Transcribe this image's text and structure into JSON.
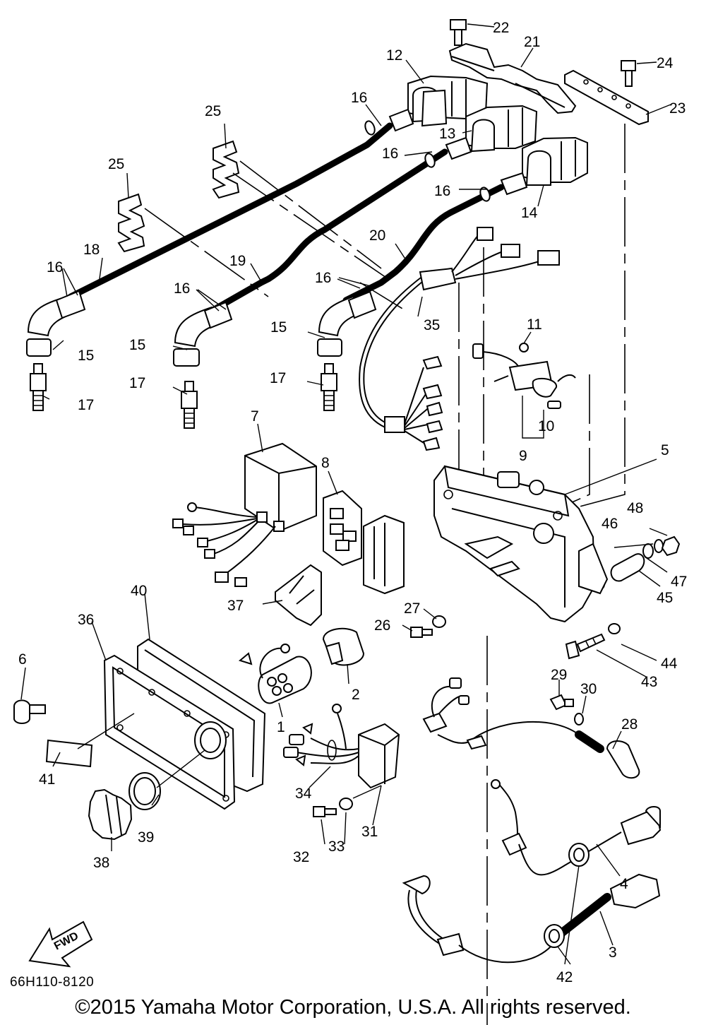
{
  "diagram": {
    "code": "66H110-8120",
    "copyright": "©2015 Yamaha Motor Corporation, U.S.A. All rights reserved.",
    "fwd_label": "FWD",
    "callouts": [
      {
        "id": "c1",
        "label": "1"
      },
      {
        "id": "c2",
        "label": "2"
      },
      {
        "id": "c3",
        "label": "3"
      },
      {
        "id": "c4",
        "label": "4"
      },
      {
        "id": "c5",
        "label": "5"
      },
      {
        "id": "c6",
        "label": "6"
      },
      {
        "id": "c7",
        "label": "7"
      },
      {
        "id": "c8",
        "label": "8"
      },
      {
        "id": "c9",
        "label": "9"
      },
      {
        "id": "c10",
        "label": "10"
      },
      {
        "id": "c11",
        "label": "11"
      },
      {
        "id": "c12",
        "label": "12"
      },
      {
        "id": "c13",
        "label": "13"
      },
      {
        "id": "c14",
        "label": "14"
      },
      {
        "id": "c15a",
        "label": "15"
      },
      {
        "id": "c15b",
        "label": "15"
      },
      {
        "id": "c15c",
        "label": "15"
      },
      {
        "id": "c16a",
        "label": "16"
      },
      {
        "id": "c16b",
        "label": "16"
      },
      {
        "id": "c16c",
        "label": "16"
      },
      {
        "id": "c16d",
        "label": "16"
      },
      {
        "id": "c16e",
        "label": "16"
      },
      {
        "id": "c16f",
        "label": "16"
      },
      {
        "id": "c17a",
        "label": "17"
      },
      {
        "id": "c17b",
        "label": "17"
      },
      {
        "id": "c17c",
        "label": "17"
      },
      {
        "id": "c18",
        "label": "18"
      },
      {
        "id": "c19",
        "label": "19"
      },
      {
        "id": "c20",
        "label": "20"
      },
      {
        "id": "c21",
        "label": "21"
      },
      {
        "id": "c22",
        "label": "22"
      },
      {
        "id": "c23",
        "label": "23"
      },
      {
        "id": "c24",
        "label": "24"
      },
      {
        "id": "c25a",
        "label": "25"
      },
      {
        "id": "c25b",
        "label": "25"
      },
      {
        "id": "c26",
        "label": "26"
      },
      {
        "id": "c27",
        "label": "27"
      },
      {
        "id": "c28",
        "label": "28"
      },
      {
        "id": "c29",
        "label": "29"
      },
      {
        "id": "c30",
        "label": "30"
      },
      {
        "id": "c31",
        "label": "31"
      },
      {
        "id": "c32",
        "label": "32"
      },
      {
        "id": "c33",
        "label": "33"
      },
      {
        "id": "c34",
        "label": "34"
      },
      {
        "id": "c35",
        "label": "35"
      },
      {
        "id": "c36",
        "label": "36"
      },
      {
        "id": "c37",
        "label": "37"
      },
      {
        "id": "c38",
        "label": "38"
      },
      {
        "id": "c39",
        "label": "39"
      },
      {
        "id": "c40",
        "label": "40"
      },
      {
        "id": "c41",
        "label": "41"
      },
      {
        "id": "c42",
        "label": "42"
      },
      {
        "id": "c43",
        "label": "43"
      },
      {
        "id": "c44",
        "label": "44"
      },
      {
        "id": "c45",
        "label": "45"
      },
      {
        "id": "c46",
        "label": "46"
      },
      {
        "id": "c47",
        "label": "47"
      },
      {
        "id": "c48",
        "label": "48"
      }
    ]
  }
}
